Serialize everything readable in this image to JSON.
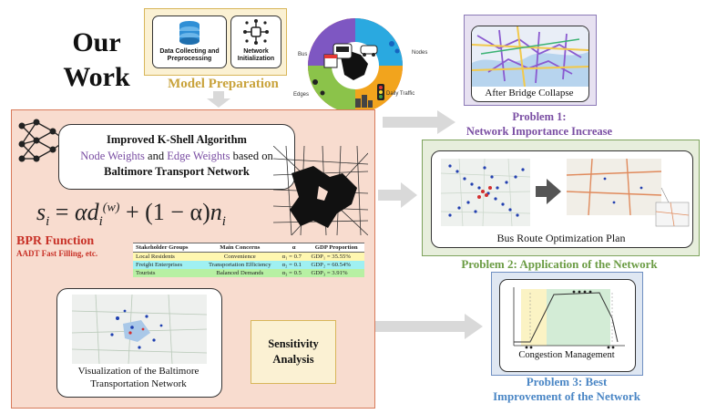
{
  "title": "Our Work",
  "title_lines": [
    "Our",
    "Work"
  ],
  "model_preparation": {
    "steps": [
      {
        "label": "Data Collecting and Preprocessing",
        "icon": "database-icon"
      },
      {
        "label": "Network Initialization",
        "icon": "network-icon"
      }
    ],
    "title": "Model Preparation"
  },
  "hub": {
    "labels": {
      "bus": "Bus",
      "nodes": "Nodes",
      "edges": "Edges",
      "traffic": "Daily Traffic"
    }
  },
  "algorithm": {
    "title": "Improved K-Shell Algorithm",
    "node_weights": "Node Weights",
    "and_text": " and ",
    "edge_weights": "Edge Weights",
    "based_on": " based on",
    "network_name": "Baltimore Transport Network",
    "formula": {
      "lhs": "s",
      "sub_i": "i",
      "eq": " = ",
      "alpha": "α",
      "d": "d",
      "sup_w": "(w)",
      "plus": " + (1 − α)",
      "n": "n"
    }
  },
  "bpr": {
    "title": "BPR Function",
    "subtitle": "AADT Fast Filling, etc."
  },
  "stakeholder_table": {
    "headers": [
      "Stakeholder Groups",
      "Main Concerns",
      "α",
      "GDP Proportion"
    ],
    "rows": [
      [
        "Local Residents",
        "Convenience",
        "α₁ = 0.7",
        "GDP₁ = 35.55%"
      ],
      [
        "Freight Enterprises",
        "Transportation Efficiency",
        "α₂ = 0.1",
        "GDP₂ = 60.54%"
      ],
      [
        "Tourists",
        "Balanced Demands",
        "α₃ = 0.5",
        "GDP₃ = 3.91%"
      ]
    ]
  },
  "visualization": {
    "caption_line1": "Visualization of the Baltimore",
    "caption_line2": "Transportation Network"
  },
  "sensitivity": {
    "line1": "Sensitivity",
    "line2": "Analysis"
  },
  "problem1": {
    "caption": "After Bridge Collapse",
    "title_line1": "Problem 1:",
    "title_line2": "Network Importance Increase"
  },
  "problem2": {
    "caption": "Bus Route Optimization Plan",
    "title": "Problem 2: Application of the Network"
  },
  "problem3": {
    "caption": "Congestion Management",
    "title_line1": "Problem 3: Best",
    "title_line2": "Improvement of the Network"
  },
  "colors": {
    "prep_bg": "#fbf1d3",
    "prep_title": "#c9a33c",
    "algo_bg": "#f8dccf",
    "bpr": "#c83127",
    "purple": "#7a4ea3",
    "green": "#6b9c44",
    "blue": "#4a86c5"
  }
}
